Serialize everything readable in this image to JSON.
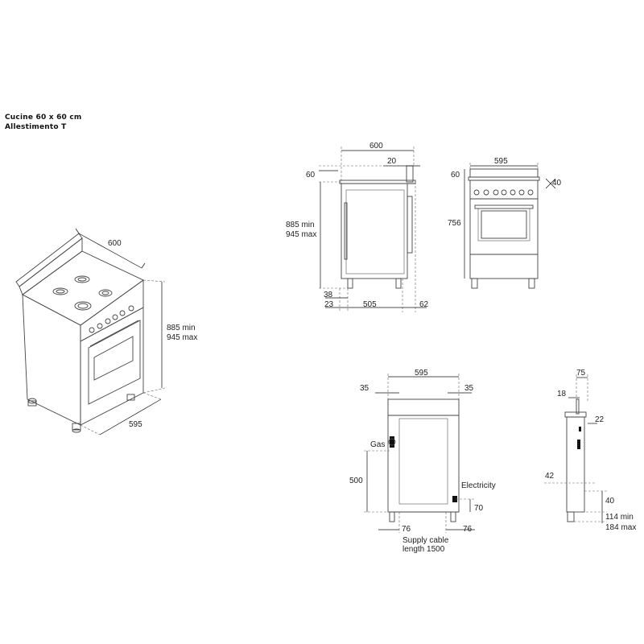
{
  "title": {
    "line1": "Cucine 60 x 60 cm",
    "line2": "Allestimento T"
  },
  "perspective_view": {
    "depth": "600",
    "height_min": "885 min",
    "height_max": "945 max",
    "width": "595"
  },
  "side_view": {
    "total_depth": "600",
    "backguard_depth": "20",
    "backguard_height": "60",
    "height_min": "885 min",
    "height_max": "945 max",
    "foot_height": "38",
    "front_offset": "23",
    "body_depth": "505",
    "rear_offset": "62"
  },
  "front_view": {
    "width": "595",
    "backguard_height": "60",
    "control_depth": "40",
    "body_height": "756"
  },
  "rear_view": {
    "width": "595",
    "left_offset": "35",
    "right_offset": "35",
    "gas_label": "Gas",
    "gas_height": "500",
    "electricity_label": "Electricity",
    "electricity_height": "70",
    "left_foot": "76",
    "right_foot": "76",
    "cable_line1": "Supply cable",
    "cable_line2": "length 1500"
  },
  "section_view": {
    "top_width": "75",
    "offset_a": "18",
    "offset_b": "22",
    "height_42": "42",
    "height_40": "40",
    "foot_min": "114 min",
    "foot_max": "184 max"
  }
}
